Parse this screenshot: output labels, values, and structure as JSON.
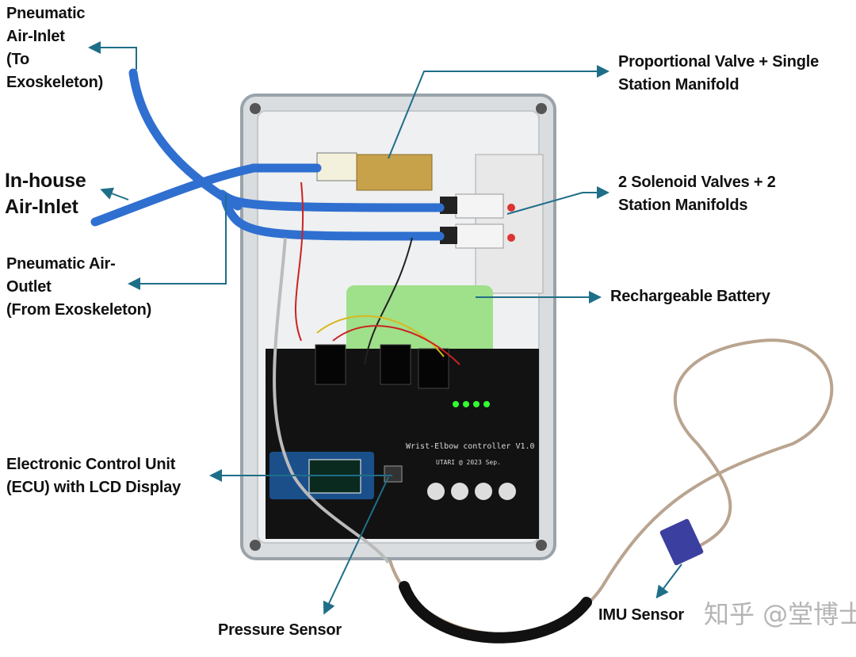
{
  "labels": {
    "pneumatic_inlet": "Pneumatic\nAir-Inlet\n(To\nExoskeleton)",
    "inhouse_inlet": "In-house\nAir-Inlet",
    "pneumatic_outlet": "Pneumatic Air-\nOutlet\n(From Exoskeleton)",
    "proportional_valve": "Proportional Valve + Single\nStation Manifold",
    "solenoid_valves": "2 Solenoid Valves + 2\nStation Manifolds",
    "battery": "Rechargeable Battery",
    "ecu": "Electronic Control Unit\n(ECU) with LCD Display",
    "pressure_sensor": "Pressure Sensor",
    "imu_sensor": "IMU Sensor"
  },
  "pcb": {
    "title": "Wrist-Elbow controller V1.0",
    "subtitle": "UTARI @ 2023 Sep."
  },
  "watermark": "知乎 @堂博士",
  "colors": {
    "arrow": "#1f6e88",
    "tube": "#2f6fd0",
    "battery": "#9fe08a",
    "pcb": "#121212"
  }
}
